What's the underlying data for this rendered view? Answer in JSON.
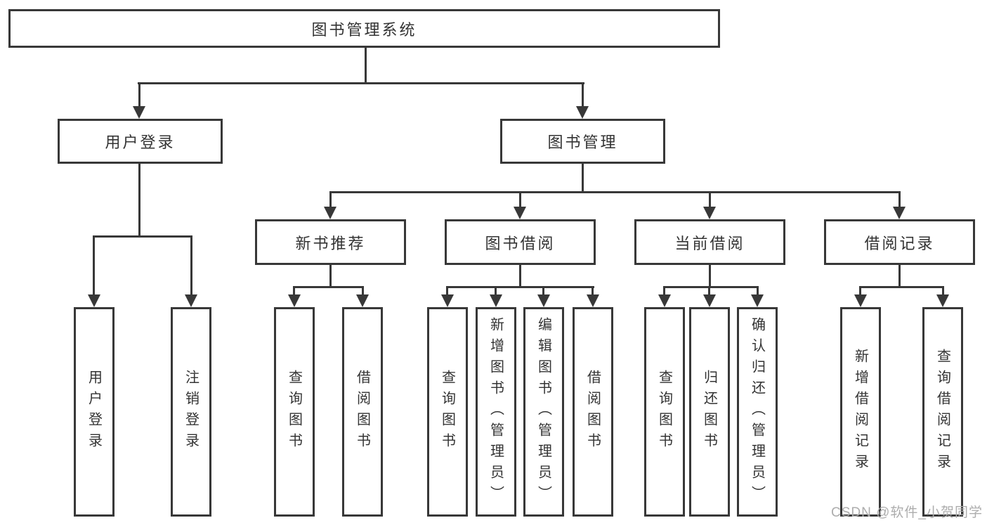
{
  "diagram_title": "图书管理系统",
  "watermark": "CSDN @软件_小贺同学",
  "colors": {
    "line": "#383838",
    "text": "#333333",
    "watermark": "#adadad",
    "background": "#ffffff"
  },
  "tree": {
    "label": "图书管理系统",
    "children": [
      {
        "label": "用户登录",
        "children": [
          {
            "label": "用户登录"
          },
          {
            "label": "注销登录"
          }
        ]
      },
      {
        "label": "图书管理",
        "children": [
          {
            "label": "新书推荐",
            "children": [
              {
                "label": "查询图书"
              },
              {
                "label": "借阅图书"
              }
            ]
          },
          {
            "label": "图书借阅",
            "children": [
              {
                "label": "查询图书"
              },
              {
                "label": "新增图书（管理员）"
              },
              {
                "label": "编辑图书（管理员）"
              },
              {
                "label": "借阅图书"
              }
            ]
          },
          {
            "label": "当前借阅",
            "children": [
              {
                "label": "查询图书"
              },
              {
                "label": "归还图书"
              },
              {
                "label": "确认归还（管理员）"
              }
            ]
          },
          {
            "label": "借阅记录",
            "children": [
              {
                "label": "新增借阅记录"
              },
              {
                "label": "查询借阅记录"
              }
            ]
          }
        ]
      }
    ]
  }
}
